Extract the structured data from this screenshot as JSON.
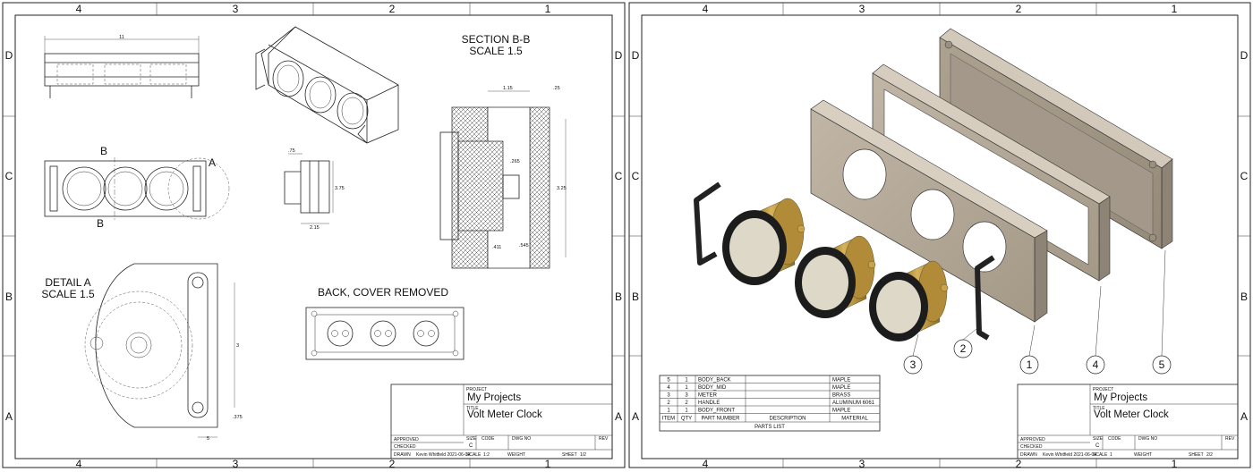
{
  "zones": {
    "columns": [
      "4",
      "3",
      "2",
      "1"
    ],
    "rows": [
      "D",
      "C",
      "B",
      "A"
    ]
  },
  "sheet1": {
    "section_title": "SECTION B-B",
    "section_scale": "SCALE 1.5",
    "detail_title": "DETAIL A",
    "detail_scale": "SCALE 1.5",
    "back_title": "BACK, COVER REMOVED",
    "section_marker": "B",
    "detail_marker": "A",
    "dims": {
      "top_len": "11",
      "side_w1": ".75",
      "side_h": "3.75",
      "side_w2": "2.15",
      "sec_top1": "1.15",
      "sec_top2": ".25",
      "sec_mid": ".265",
      "sec_h": "3.25",
      "sec_b1": ".411",
      "sec_b2": ".545",
      "det_h": "3",
      "det_small": ".375",
      "det_w": "5"
    },
    "title_block": {
      "project_label": "PROJECT",
      "project": "My Projects",
      "title_label": "TITLE",
      "title": "Volt Meter Clock",
      "approved": "APPROVED",
      "checked": "CHECKED",
      "drawn": "DRAWN",
      "drawn_by": "Kevin Whitfield 2021-06-04",
      "size_label": "SIZE",
      "size": "C",
      "code": "CODE",
      "dwg_no": "DWG NO",
      "rev": "REV",
      "scale": "SCALE",
      "scale_val": "1:2",
      "weight": "WEIGHT",
      "sheet": "SHEET",
      "sheet_val": "1/2"
    }
  },
  "sheet2": {
    "balloons": [
      "3",
      "2",
      "1",
      "4",
      "5"
    ],
    "parts_list": {
      "caption": "PARTS LIST",
      "headers": [
        "ITEM",
        "QTY",
        "PART NUMBER",
        "DESCRIPTION",
        "MATERIAL"
      ],
      "rows": [
        [
          "5",
          "1",
          "BODY_BACK",
          "",
          "MAPLE"
        ],
        [
          "4",
          "1",
          "BODY_MID",
          "",
          "MAPLE"
        ],
        [
          "3",
          "3",
          "METER",
          "",
          "BRASS"
        ],
        [
          "2",
          "2",
          "HANDLE",
          "",
          "ALUMINUM 6061"
        ],
        [
          "1",
          "1",
          "BODY_FRONT",
          "",
          "MAPLE"
        ]
      ]
    },
    "title_block": {
      "project_label": "PROJECT",
      "project": "My Projects",
      "title_label": "TITLE",
      "title": "Volt Meter Clock",
      "approved": "APPROVED",
      "checked": "CHECKED",
      "drawn": "DRAWN",
      "drawn_by": "Kevin Whitfield 2021-06-04",
      "size_label": "SIZE",
      "size": "C",
      "code": "CODE",
      "dwg_no": "DWG NO",
      "rev": "REV",
      "scale": "SCALE",
      "scale_val": "1",
      "weight": "WEIGHT",
      "sheet": "SHEET",
      "sheet_val": "2/2"
    }
  },
  "colors": {
    "wood": "#b3a899",
    "wood_dark": "#8e8476",
    "wood_light": "#cdc4b6",
    "brass": "#c9a24a",
    "brass_dark": "#8d6e24",
    "dial": "#ddd8c8",
    "ring": "#1c1c1c"
  }
}
